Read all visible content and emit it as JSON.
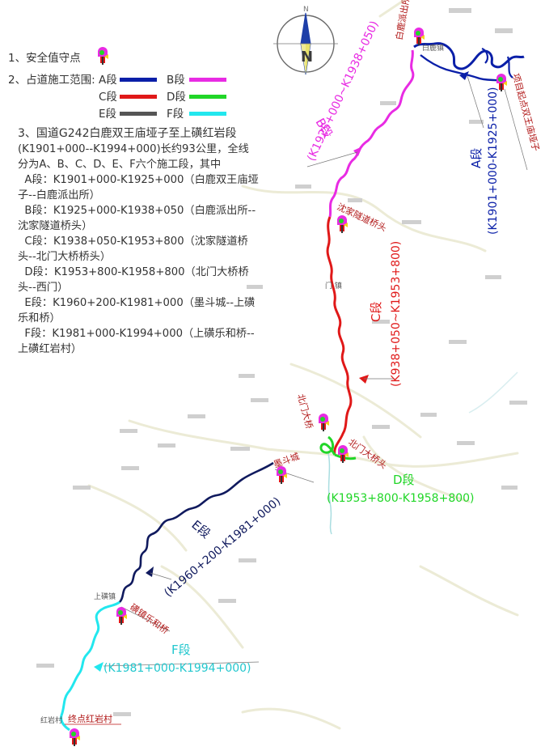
{
  "legend": {
    "item1": "1、安全值守点",
    "item2_prefix": "2、占道施工范围:",
    "segments": [
      {
        "label": "A段",
        "color": "#0a1fa8"
      },
      {
        "label": "B段",
        "color": "#e82be3"
      },
      {
        "label": "C段",
        "color": "#e01818"
      },
      {
        "label": "D段",
        "color": "#21d628"
      },
      {
        "label": "E段",
        "color": "#555555"
      },
      {
        "label": "F段",
        "color": "#22e7ee"
      }
    ]
  },
  "description": {
    "title": "3、国道G242白鹿双王庙垭子至上磺红岩段",
    "lines": [
      "(K1901+000--K1994+000)长约93公里，全线",
      "分为A、B、C、D、E、F六个施工段，其中",
      "  A段：K1901+000-K1925+000（白鹿双王庙垭",
      "子--白鹿派出所）",
      "  B段：K1925+000-K1938+050（白鹿派出所--",
      "沈家隧道桥头）",
      "  C段：K1938+050-K1953+800（沈家隧道桥",
      "头--北门大桥桥头）",
      "  D段：K1953+800-K1958+800（北门大桥桥",
      "头--西门）",
      "  E段：K1960+200-K1981+000（墨斗城--上磺",
      "乐和桥）",
      "  F段：K1981+000-K1994+000（上磺乐和桥--",
      "上磺红岩村）"
    ]
  },
  "route_labels": {
    "A_name": "A段",
    "A_range": "(K1901+000-K1925+000)",
    "B_name": "B段",
    "B_range": "(K1925+000~K1938+050)",
    "C_name": "C段",
    "C_range": "(K938+050~K1953+800)",
    "D_name": "D段",
    "D_range": "(K1953+800-K1958+800)",
    "E_name": "E段",
    "E_range": "(K1960+200-K1981+000)",
    "F_name": "F段",
    "F_range": "(K1981+000-K1994+000)"
  },
  "place_labels": {
    "start": "项目起点双王庙垭子",
    "bailu_police": "白鹿派出所",
    "shenjia": "沈家隧道桥头",
    "beimen": "北门大桥",
    "beimen2": "北门大桥头",
    "moudoucheng": "墨斗城",
    "lehe": "磺镇乐和桥",
    "end": "终点红岩村",
    "shanghuang": "上磺镇",
    "hongyan": "红岩村",
    "bailu": "白鹿镇",
    "menzhen": "门  镇"
  },
  "compass": {
    "letter": "N"
  }
}
